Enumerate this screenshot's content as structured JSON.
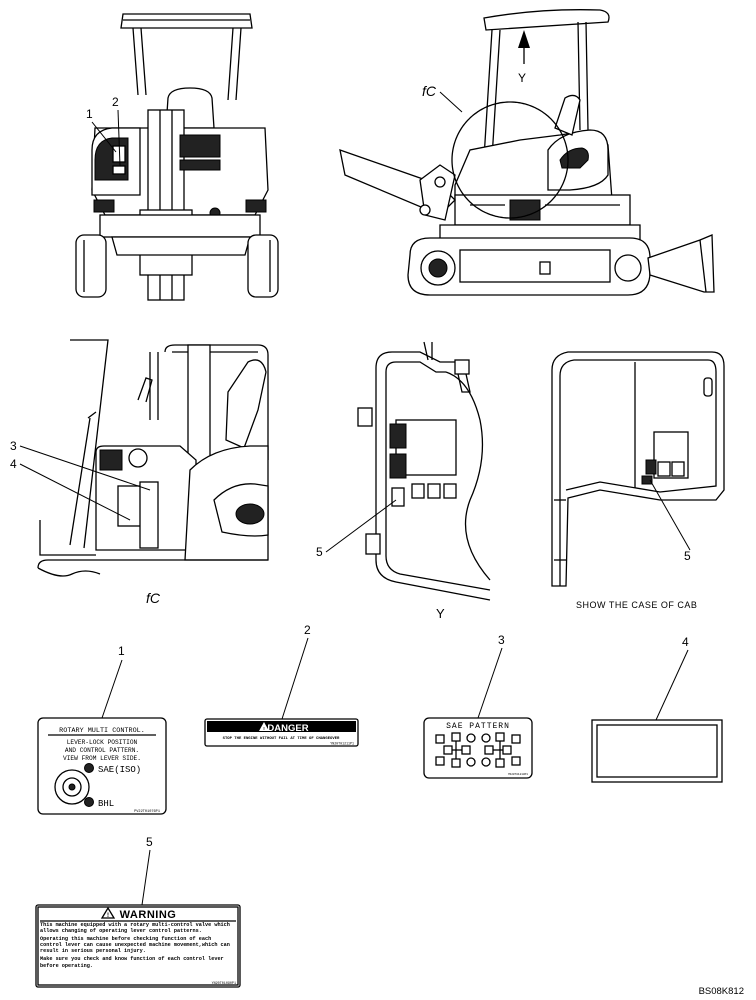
{
  "callouts": {
    "c1": "1",
    "c2": "2",
    "c3": "3",
    "c4": "4",
    "c5": "5"
  },
  "views": {
    "side_detail_mark": "fC",
    "arrow_label": "Y",
    "detail_caption": "fC",
    "view_y_caption": "Y",
    "cab_caption": "SHOW THE CASE OF CAB"
  },
  "decals": {
    "d1": {
      "title": "ROTARY MULTI CONTROL.",
      "line1": "LEVER-LOCK POSITION",
      "line2": "AND CONTROL PATTERN.",
      "line3": "VIEW FROM LEVER SIDE.",
      "sae": "SAE(ISO)",
      "bhl": "BHL",
      "part_no": "PV22T01076P1"
    },
    "d2": {
      "header": "DANGER",
      "text": "STOP THE ENGINE WITHOUT FAIL AT TIME OF CHANGEOVER",
      "part_no": "YN20T01211P1"
    },
    "d3": {
      "title": "SAE PATTERN",
      "part_no": "YN20T01210P1"
    },
    "d5": {
      "header": "WARNING",
      "p1": "This machine equipped with a rotary multi-control valve which allows changing of operating lever control patterns.",
      "p2": "Operating this machine before checking function of each control lever can cause unexpected machine movement,which can result in serious personal injury.",
      "p3": "Make sure you check and know function of each control lever before operating.",
      "part_no": "YN20T01090P1"
    }
  },
  "drawing_id": "BS08K812",
  "colors": {
    "line": "#000000",
    "background": "#ffffff"
  }
}
